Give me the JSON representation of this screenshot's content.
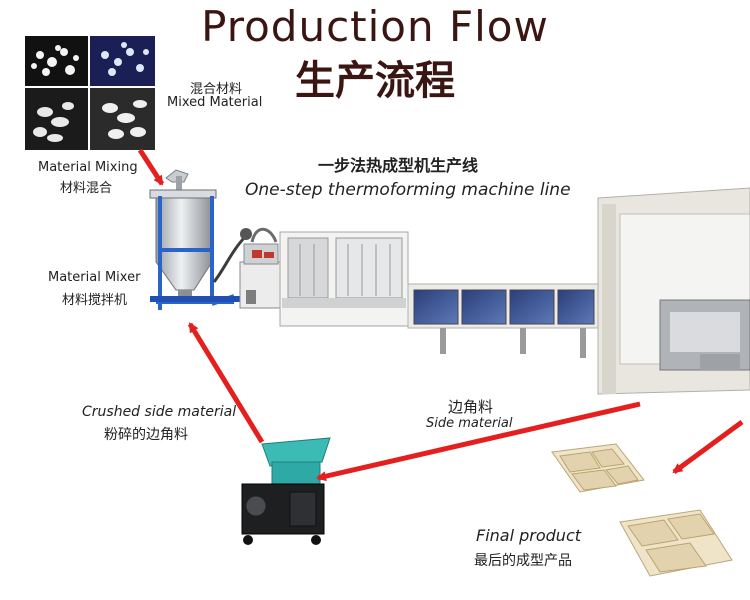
{
  "title": {
    "en": "Production Flow",
    "cn": "生产流程"
  },
  "mixed_material": {
    "cn": "混合材料",
    "en": "Mixed Material"
  },
  "material_mixing": {
    "en": "Material Mixing",
    "cn": "材料混合"
  },
  "material_mixer": {
    "en": "Material Mixer",
    "cn": "材料搅拌机"
  },
  "machine_line": {
    "cn": "一步法热成型机生产线",
    "en": "One-step thermoforming machine line"
  },
  "side_material": {
    "cn": "边角料",
    "en": "Side material"
  },
  "crushed_side_material": {
    "en": "Crushed side material",
    "cn": "粉碎的边角料"
  },
  "final_product": {
    "en": "Final product",
    "cn": "最后的成型产品"
  },
  "colors": {
    "arrow": "#e51e1e",
    "title": "#3a1512",
    "machine_frame": "#e3e0d8",
    "mixer_frame": "#2a63c9",
    "crusher": "#39b7b3"
  }
}
